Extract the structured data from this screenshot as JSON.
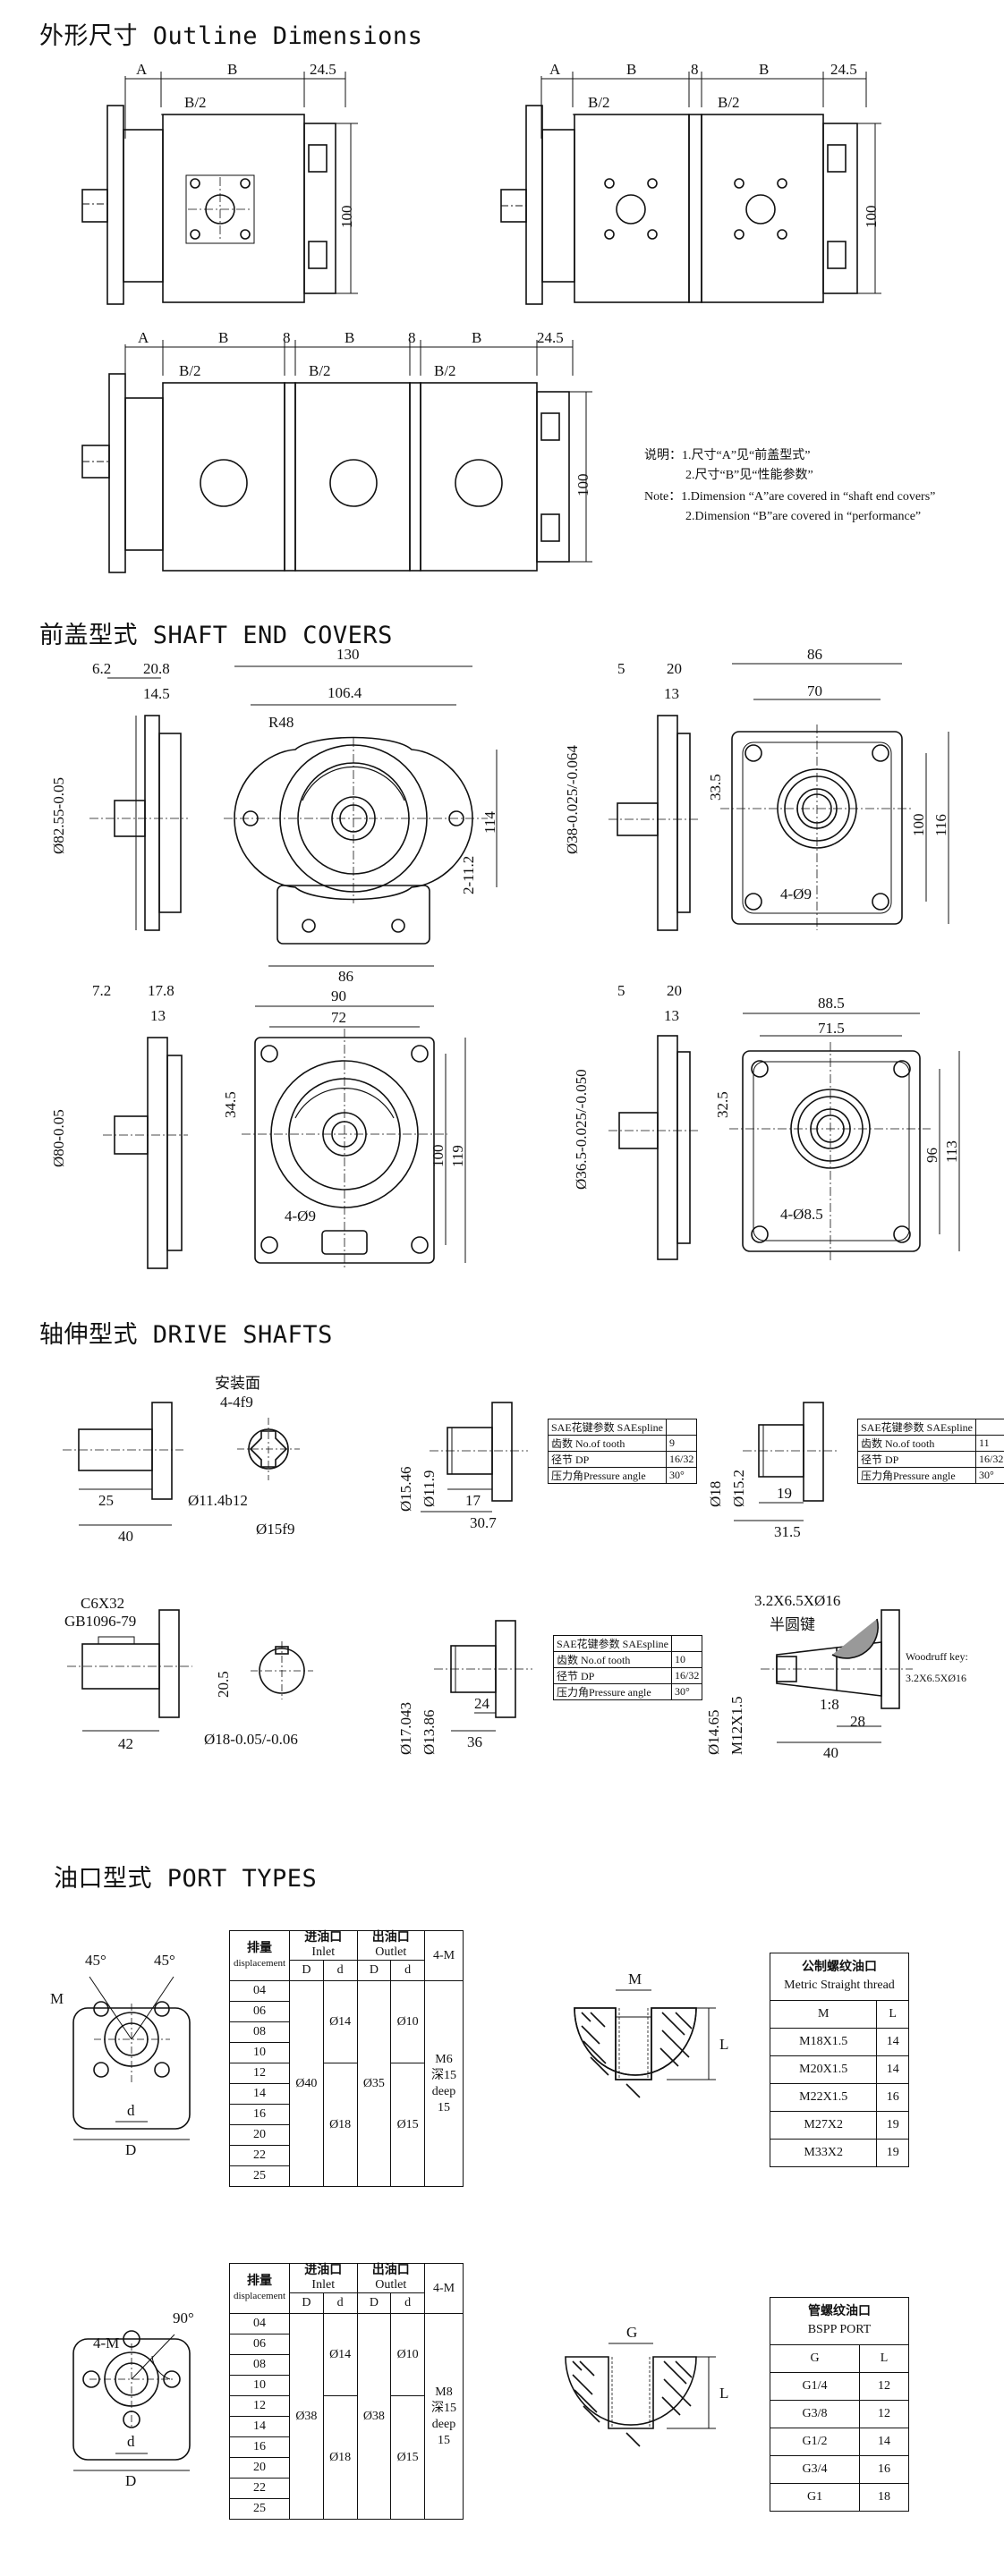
{
  "sections": {
    "outline": "外形尺寸 Outline Dimensions",
    "covers": "前盖型式 SHAFT END COVERS",
    "shafts": "轴伸型式 DRIVE SHAFTS",
    "ports": "油口型式 PORT TYPES"
  },
  "outline": {
    "d1": {
      "a": "A",
      "b": "B",
      "b2": "B/2",
      "w": "24.5",
      "h": "100"
    },
    "d2": {
      "a": "A",
      "b1": "B",
      "s": "8",
      "b2": "B",
      "bh1": "B/2",
      "bh2": "B/2",
      "w": "24.5",
      "h": "100"
    },
    "d3": {
      "a": "A",
      "b1": "B",
      "s1": "8",
      "b2": "B",
      "s2": "8",
      "b3": "B",
      "bh1": "B/2",
      "bh2": "B/2",
      "bh3": "B/2",
      "w": "24.5",
      "h": "100"
    },
    "notes": [
      "说明：1.尺寸“A”见“前盖型式”",
      "2.尺寸“B”见“性能参数”",
      "Note：1.Dimension “A”are covered in “shaft end covers”",
      "2.Dimension “B”are covered in “performance”"
    ]
  },
  "covers": {
    "c1": {
      "d1": "6.2",
      "d2": "20.8",
      "d3": "14.5",
      "dia": "Ø82.55-0.05",
      "w": "130",
      "w2": "106.4",
      "r": "R48",
      "slot": "2-11.2",
      "h": "114",
      "b": "86"
    },
    "c2": {
      "d1": "5",
      "d2": "20",
      "d3": "13",
      "dia": "Ø38-0.025/-0.064",
      "w": "86",
      "w2": "70",
      "off": "33.5",
      "h1": "100",
      "h2": "116",
      "holes": "4-Ø9"
    },
    "c3": {
      "d1": "7.2",
      "d2": "17.8",
      "d3": "13",
      "dia": "Ø80-0.05",
      "w": "90",
      "w2": "72",
      "off": "34.5",
      "h1": "100",
      "h2": "119",
      "holes": "4-Ø9"
    },
    "c4": {
      "d1": "5",
      "d2": "20",
      "d3": "13",
      "dia": "Ø36.5-0.025/-0.050",
      "w": "88.5",
      "w2": "71.5",
      "off": "32.5",
      "h1": "96",
      "h2": "113",
      "holes": "4-Ø8.5"
    }
  },
  "shafts": {
    "s1": {
      "face": "安装面",
      "key": "4-4f9",
      "l1": "25",
      "l2": "40",
      "d": "Ø11.4b12",
      "d2": "Ø15f9"
    },
    "s2": {
      "d1": "Ø15.46",
      "d2": "Ø11.9",
      "l1": "17",
      "l2": "30.7",
      "spline": [
        [
          "SAE花键参数 SAEspline",
          ""
        ],
        [
          "齿数 No.of tooth",
          "9"
        ],
        [
          "径节 DP",
          "16/32"
        ],
        [
          "压力角Pressure angle",
          "30°"
        ]
      ]
    },
    "s3": {
      "d1": "Ø18",
      "d2": "Ø15.2",
      "l1": "19",
      "l2": "31.5",
      "spline": [
        [
          "SAE花键参数 SAEspline",
          ""
        ],
        [
          "齿数 No.of tooth",
          "11"
        ],
        [
          "径节 DP",
          "16/32"
        ],
        [
          "压力角Pressure angle",
          "30°"
        ]
      ]
    },
    "s4": {
      "key": "C6X32",
      "std": "GB1096-79",
      "h": "20.5",
      "l": "42",
      "d": "Ø18-0.05/-0.06"
    },
    "s5": {
      "d1": "Ø17.043",
      "d2": "Ø13.86",
      "l1": "24",
      "l2": "36",
      "spline": [
        [
          "SAE花键参数 SAEspline",
          ""
        ],
        [
          "齿数 No.of tooth",
          "10"
        ],
        [
          "径节 DP",
          "16/32"
        ],
        [
          "压力角Pressure angle",
          "30°"
        ]
      ]
    },
    "s6": {
      "key": "3.2X6.5XØ16",
      "name": "半圆键",
      "d1": "Ø14.65",
      "d2": "M12X1.5",
      "taper": "1:8",
      "l1": "28",
      "l2": "40",
      "wk1": "Woodruff key:",
      "wk2": "3.2X6.5XØ16"
    }
  },
  "ports": {
    "p1": {
      "a1": "45°",
      "a2": "45°",
      "m": "M",
      "d": "d",
      "D": "D"
    },
    "p2": {
      "a": "90°",
      "m": "4-M",
      "d": "d",
      "D": "D"
    },
    "table1": {
      "h_disp": "排量",
      "h_disp_en": "displacement",
      "h_in": "进油口",
      "h_in_en": "Inlet",
      "h_out": "出油口",
      "h_out_en": "Outlet",
      "h_m": "4-M",
      "D": "D",
      "d": "d",
      "rows": [
        "04",
        "06",
        "08",
        "10",
        "12",
        "14",
        "16",
        "20",
        "22",
        "25"
      ],
      "in_D": "Ø40",
      "in_d1": "Ø14",
      "in_d2": "Ø18",
      "out_D": "Ø35",
      "out_d1": "Ø10",
      "out_d2": "Ø15",
      "m1": "M6",
      "m2": "深15",
      "m3": "deep",
      "m4": "15"
    },
    "table2": {
      "h_disp": "排量",
      "h_disp_en": "displacement",
      "h_in": "进油口",
      "h_in_en": "Inlet",
      "h_out": "出油口",
      "h_out_en": "Outlet",
      "h_m": "4-M",
      "D": "D",
      "d": "d",
      "rows": [
        "04",
        "06",
        "08",
        "10",
        "12",
        "14",
        "16",
        "20",
        "22",
        "25"
      ],
      "in_D": "Ø38",
      "in_d1": "Ø14",
      "in_d2": "Ø18",
      "out_D": "Ø38",
      "out_d1": "Ø10",
      "out_d2": "Ø15",
      "m1": "M8",
      "m2": "深15",
      "m3": "deep",
      "m4": "15"
    },
    "thread1": {
      "t1": "公制螺纹油口",
      "t2": "Metric Straight thread",
      "hM": "M",
      "hL": "L",
      "rows": [
        [
          "M18X1.5",
          "14"
        ],
        [
          "M20X1.5",
          "14"
        ],
        [
          "M22X1.5",
          "16"
        ],
        [
          "M27X2",
          "19"
        ],
        [
          "M33X2",
          "19"
        ]
      ],
      "lbl_m": "M",
      "lbl_l": "L"
    },
    "thread2": {
      "t1": "管螺纹油口",
      "t2": "BSPP PORT",
      "hG": "G",
      "hL": "L",
      "rows": [
        [
          "G1/4",
          "12"
        ],
        [
          "G3/8",
          "12"
        ],
        [
          "G1/2",
          "14"
        ],
        [
          "G3/4",
          "16"
        ],
        [
          "G1",
          "18"
        ]
      ],
      "lbl_g": "G",
      "lbl_l": "L"
    }
  }
}
